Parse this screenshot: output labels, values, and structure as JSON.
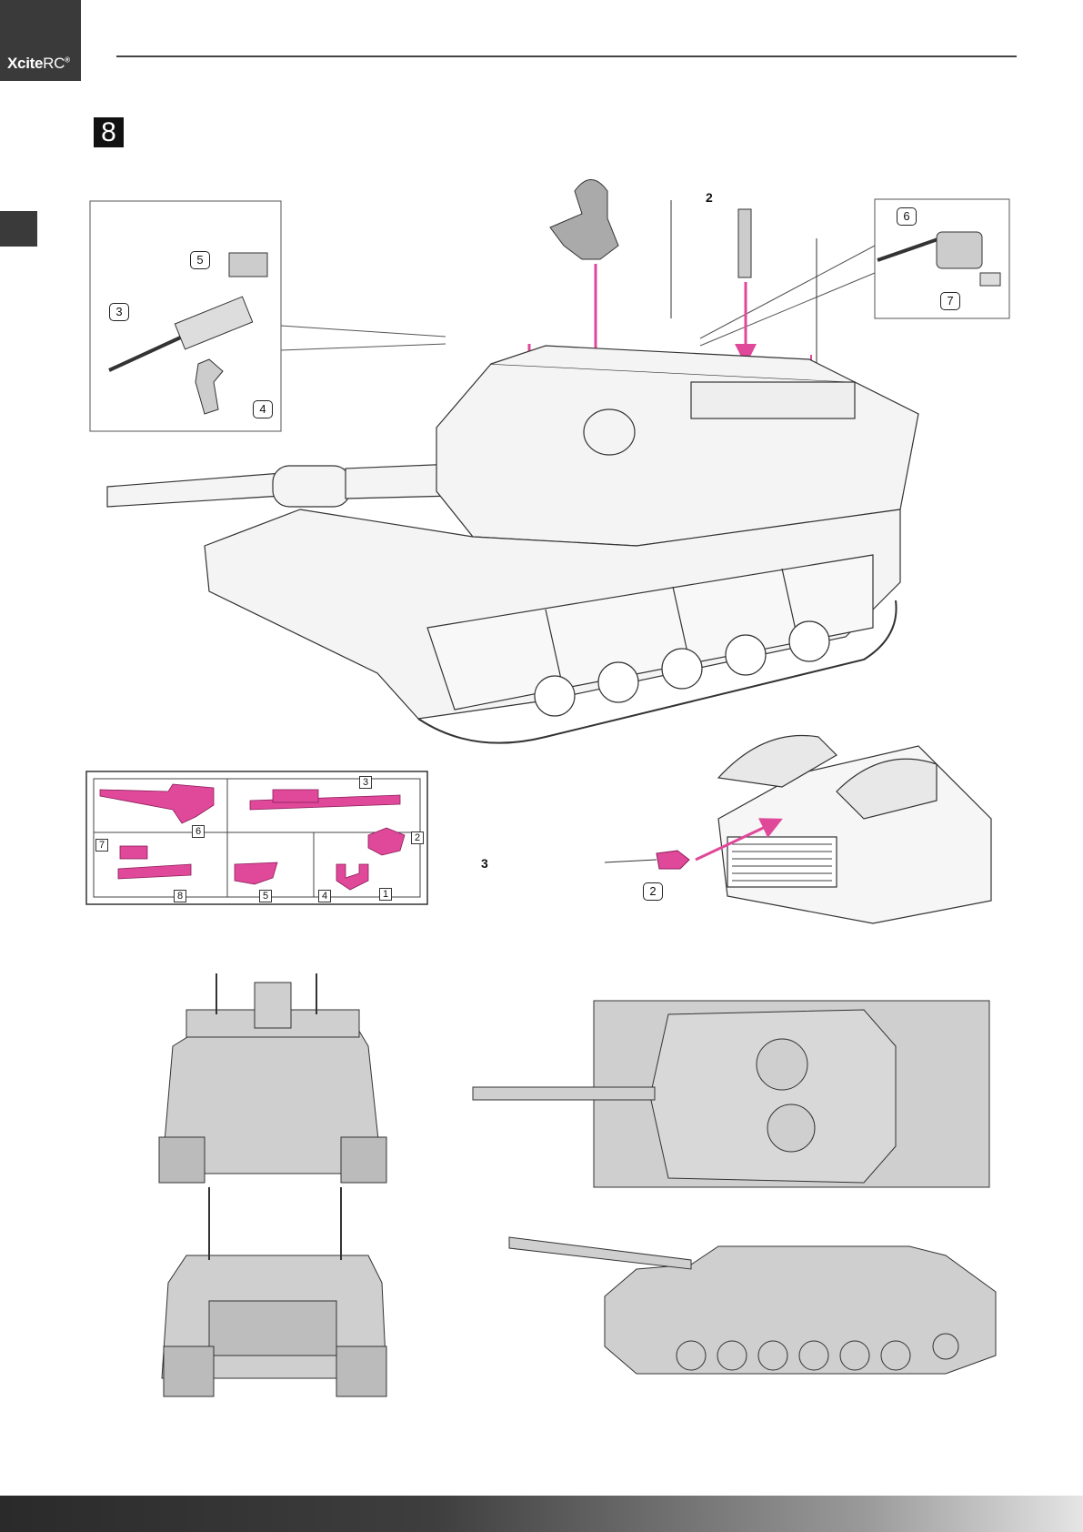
{
  "brand": {
    "name_bold": "Xcite",
    "name_light": "RC",
    "reg": "®"
  },
  "step": {
    "number": "8"
  },
  "labels": {
    "top_two": "2",
    "bottom_three": "3"
  },
  "callouts": {
    "inset_left": [
      "5",
      "3",
      "4"
    ],
    "inset_right": [
      "6",
      "7"
    ],
    "rear_detail": [
      "2"
    ]
  },
  "sprue_labels": [
    "3",
    "6",
    "7",
    "2",
    "8",
    "5",
    "4",
    "1"
  ],
  "colors": {
    "accent": "#e0489a",
    "dark": "#3a3a3a",
    "part_gray": "#cfcfcf"
  }
}
